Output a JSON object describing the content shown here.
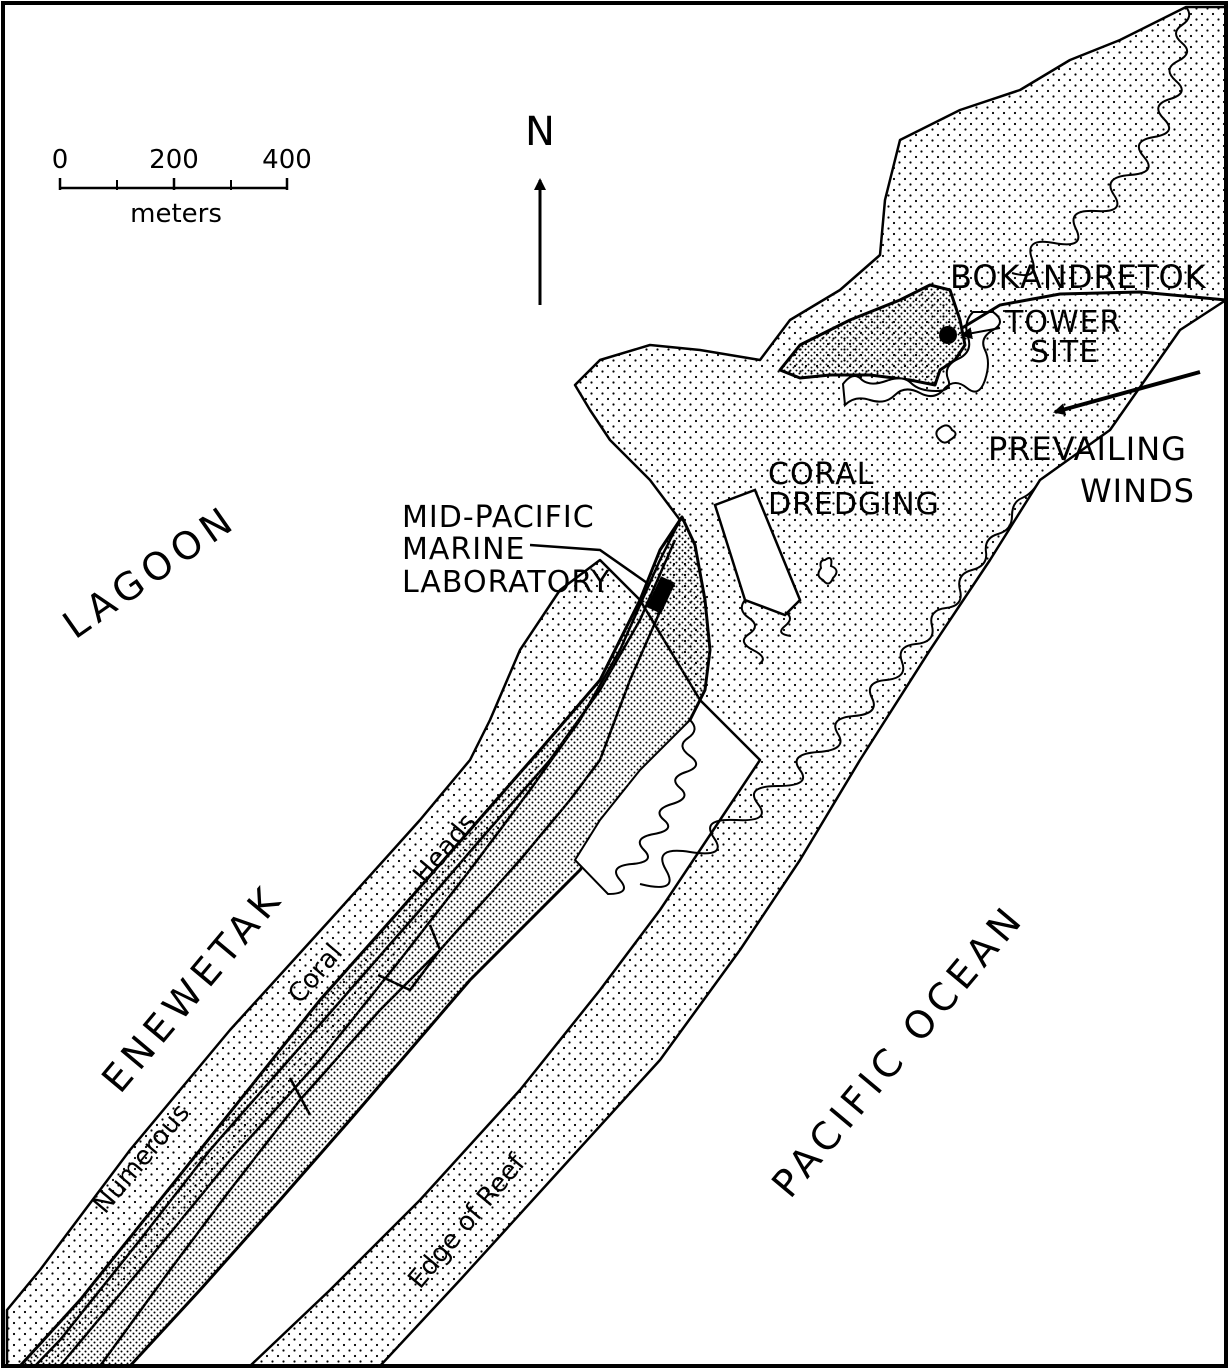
{
  "scale_bar": {
    "tick_labels": [
      "0",
      "200",
      "400"
    ],
    "unit": "meters"
  },
  "north_arrow": {
    "label": "N"
  },
  "labels": {
    "lagoon": "LAGOON",
    "enewetak": "ENEWETAK",
    "numerous": "Numerous",
    "coral": "Coral",
    "heads": "Heads",
    "edge_of_reef": "Edge of Reef",
    "pacific_ocean": "PACIFIC OCEAN",
    "bokandretok": "BOKANDRETOK",
    "tower_line1": "TOWER",
    "tower_line2": "SITE",
    "prevailing_line1": "PREVAILING",
    "prevailing_line2": "WINDS",
    "coral_dredging_line1": "CORAL",
    "coral_dredging_line2": "DREDGING",
    "lab_line1": "MID-PACIFIC",
    "lab_line2": "MARINE",
    "lab_line3": "LABORATORY"
  },
  "colors": {
    "ink": "#000000",
    "paper": "#ffffff"
  }
}
